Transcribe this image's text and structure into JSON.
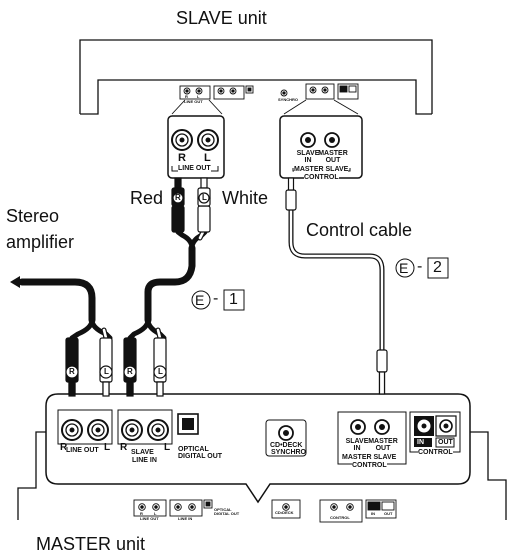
{
  "units": {
    "slave_title": "SLAVE unit",
    "master_title": "MASTER unit"
  },
  "labels": {
    "stereo": "Stereo",
    "amplifier": "amplifier",
    "red": "Red",
    "white": "White",
    "control_cable": "Control cable",
    "conn_letter": "E",
    "dash": "-",
    "cable_1": "1",
    "cable_2": "2"
  },
  "plug_marks": {
    "right": "R",
    "left": "L"
  },
  "jacks": {
    "r": "R",
    "l": "L",
    "line_out": "LINE OUT",
    "slave": "SLAVE",
    "line_in": "LINE IN",
    "optical": "OPTICAL",
    "digital_out": "DIGITAL OUT",
    "cd_deck": "CD•DECK",
    "synchro": "SYNCHRO",
    "slave_in": "SLAVE IN",
    "master_out": "MASTER OUT",
    "master_slave": "MASTER  SLAVE",
    "control": "CONTROL",
    "in": "IN",
    "out": "OUT"
  }
}
